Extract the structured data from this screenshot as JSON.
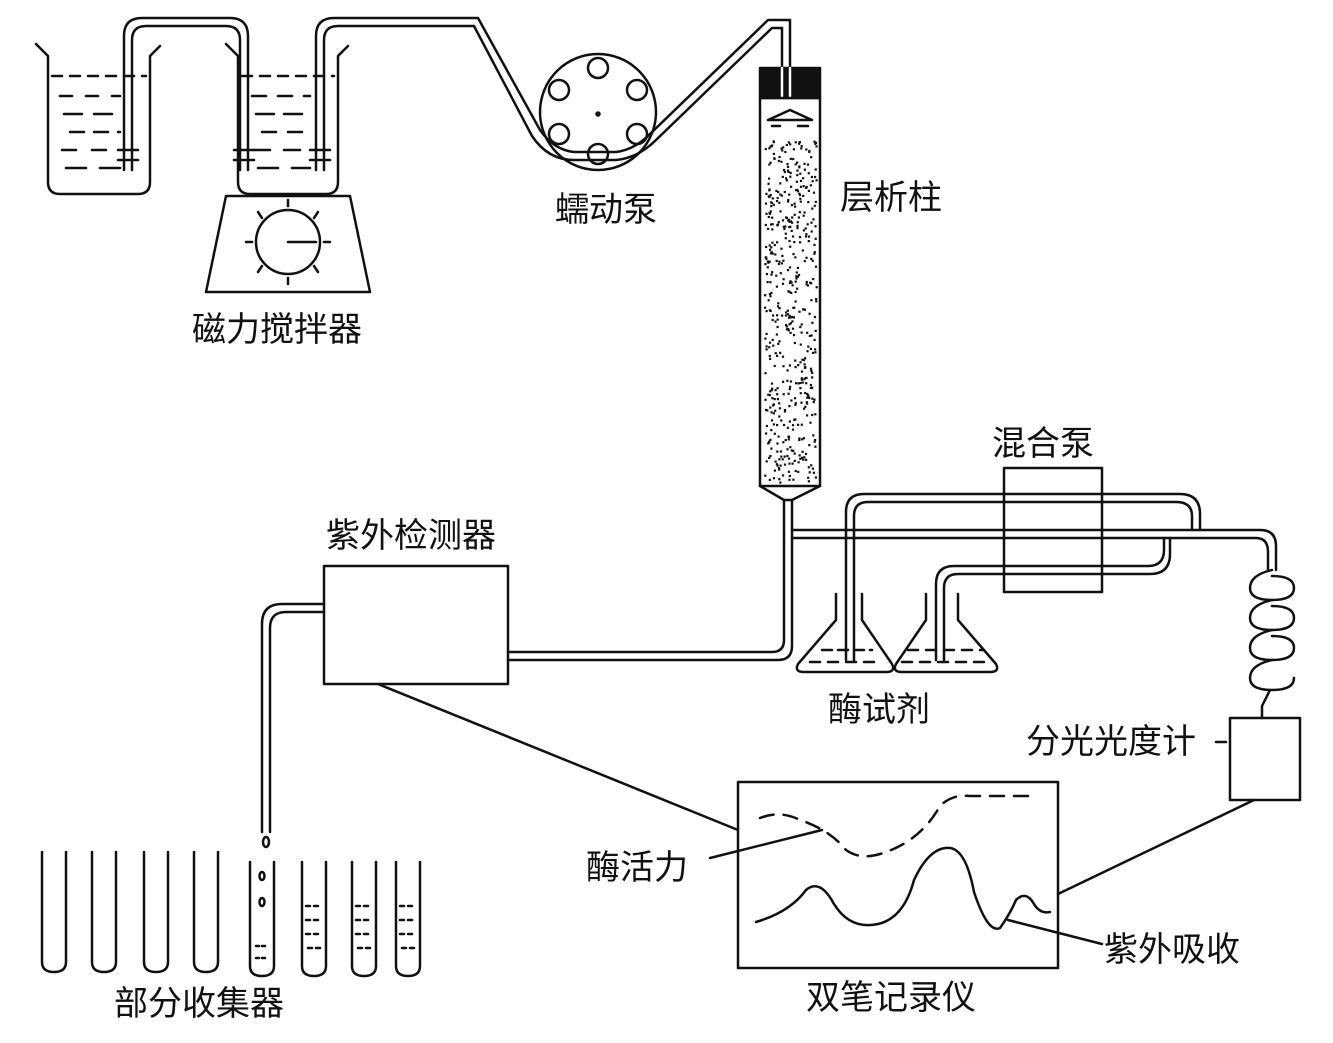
{
  "labels": {
    "magnetic_stirrer": "磁力搅拌器",
    "peristaltic_pump": "蠕动泵",
    "chromatography_column": "层析柱",
    "mixing_pump": "混合泵",
    "uv_detector": "紫外检测器",
    "enzyme_reagent": "酶试剂",
    "spectrophotometer": "分光光度计",
    "enzyme_activity": "酶活力",
    "uv_absorption": "紫外吸收",
    "dual_pen_recorder": "双笔记录仪",
    "fraction_collector": "部分收集器"
  },
  "colors": {
    "line": "#111111",
    "background": "#ffffff"
  }
}
